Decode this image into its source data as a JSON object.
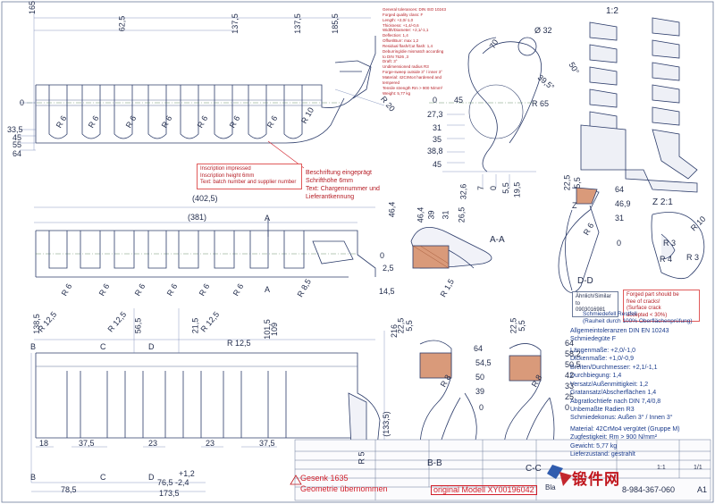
{
  "top_view": {
    "dim_165": "165",
    "dim_62_5": "62,5",
    "dim_137_5": "137,5",
    "dim_137_5b": "137,5",
    "dim_185_5": "185,5",
    "y0": "0",
    "y33_5": "33,5",
    "y45": "45",
    "y55": "55",
    "y64": "64",
    "r6": "R 6",
    "r10": "R 10",
    "r20": "R 20"
  },
  "inscription": {
    "en_1": "Inscription impressed",
    "en_2": "Inscription height 6mm",
    "en_3": "Text: batch number and supplier number",
    "de_1": "Beschriftung eingeprägt",
    "de_2": "Schrifthöhe 6mm",
    "de_3": "Text: Chargennummer und",
    "de_4": "Lieferantkennung"
  },
  "general_notes": [
    "General tolerances: DIN ISO 10243",
    "Forged quality class: F",
    "Length: +2,0/-1,0",
    "Thickness: +1,4/-0,6",
    "Width/Diameter: +2,1/-1,1",
    "Deflection: 1,4",
    "Offset/Burr: max 1,2",
    "Residual flash/Cut flash: 1,4",
    "Deburring/die mismatch according",
    "to DIN 7526 ,3",
    "Draft: 3°",
    "Undimensioned radius R3",
    "Forge-sweep outside 3° / inner 3°",
    "Material: 42CrMo4 hardened and tempered",
    "Tensile strength Rm > 900 N/mm²",
    "Weight: 5,77 kg"
  ],
  "side_view": {
    "dia32": "Ø 32",
    "d70": "70",
    "a50": "50°",
    "a39_5": "39,5°",
    "r65": "R 65",
    "y0": "0",
    "y45": "45",
    "y27_3": "27,3",
    "y31": "31",
    "y35": "35",
    "y38_8": "38,8",
    "y45b": "45",
    "x32_6": "32,6",
    "x7": "7",
    "x0": "0",
    "x5": "5,5",
    "x19_5": "19,5"
  },
  "iso_view": {
    "scale": "1:2"
  },
  "front_view": {
    "d402_5": "(402,5)",
    "d381": "(381)",
    "section_a": "A",
    "r6": "R 6",
    "r8_5": "R 8,5",
    "y0": "0",
    "y2_5": "2,5",
    "y14_5": "14,5",
    "d46_4": "46,4"
  },
  "section_aa": {
    "label": "A-A",
    "d46_4": "46,4",
    "d39": "39",
    "d31": "31",
    "d26_5": "26,5",
    "r1_5": "R 1,5"
  },
  "section_dd": {
    "label": "D-D",
    "d22_5": "22,5",
    "d5_5": "5,5",
    "y64": "64",
    "y46_9": "46,9",
    "y31": "31",
    "y0": "0",
    "r6": "R 6",
    "z": "Z"
  },
  "detail_z": {
    "label": "Z 2:1",
    "r10": "R 10",
    "r3a": "R 3",
    "r4": "R 4",
    "r3b": "R 3"
  },
  "ident": {
    "label": "Ähnlich/Similar to",
    "number": "0903016981"
  },
  "forged_note": [
    "Forged part should be",
    "free of cracks!",
    "(Surface crack",
    "accepted < 30%)"
  ],
  "roughness": [
    "Schmiedefell Restfell",
    "(Rauheit durch 100% Oberflächenprüfung)"
  ],
  "tolerances": [
    "Allgemeintoleranzen DIN EN 10243",
    "Schmiedegüte F",
    "Längenmaße: +2,0/-1,0",
    "Dickenmaße: +1,0/-0,9",
    "Breiten/Durchmesser: +2,1/-1,1",
    "Durchbiegung: 1,4",
    "Versatz/Außenmittigkeit: 1,2",
    "Gratansatz/Abscherflächen 1,4",
    "Abgratlochtiefe nach DIN 7,4/0,8",
    "Unbemaßte Radien R3",
    "Schmiedekonus: Außen 3° / Innen 3°",
    "Material: 42CrMo4 vergütet (Gruppe M)",
    "Zugfestigkeit: Rm > 900 N/mm²",
    "Gewicht: 5,77 kg",
    "Lieferzustand: gestrahlt"
  ],
  "bottom_view": {
    "d138_5": "138,5",
    "r12_5a": "R 12,5",
    "r12_5b": "R 12,5",
    "d56_5": "56,5",
    "d21_5": "21,5",
    "r12_5c": "R 12,5",
    "r12_5d": "R 12,5",
    "d101_5": "101,5",
    "d109": "109",
    "d216": "216",
    "d133_5": "(133,5)",
    "b": "B",
    "c": "C",
    "d": "D",
    "d18": "18",
    "d37_5a": "37,5",
    "d23a": "23",
    "d23b": "23",
    "d37_5b": "37,5",
    "d1_2": "+1,2",
    "d76_5": "76,5 -2,4",
    "d78_5": "78,5",
    "d173_5": "173,5",
    "r5": "R 5"
  },
  "section_bb": {
    "label": "B-B",
    "d22_5": "22,5",
    "d5_5": "5,5",
    "y64": "64",
    "y54_5": "54,5",
    "y50": "50",
    "y39": "39",
    "y0": "0",
    "r8": "R 8"
  },
  "section_cc": {
    "label": "C-C",
    "d22_5": "22,5",
    "d5_5": "5,5",
    "y64": "64",
    "y58_2": "58,2",
    "y50_5": "50,5",
    "y42": "42",
    "y33": "33",
    "y25": "25",
    "y0": "0",
    "r8": "R 8"
  },
  "bottom_notes": {
    "line1": "Gesenk 1635",
    "line2": "Geometrie übernommen",
    "original": "original Modell XY00196042"
  },
  "title_block": {
    "scale": "1:1",
    "sheet": "1/1",
    "format": "A1",
    "number": "8-984-367-060",
    "prefix": "Bla"
  },
  "watermark": {
    "text": "锻件网"
  },
  "colors": {
    "line": "#2c3c6a",
    "dim": "#1f2a4a",
    "note_red": "#d21f2a",
    "tolerance_blue": "#1a3b8c",
    "section_hatch": "#d99a7a"
  }
}
